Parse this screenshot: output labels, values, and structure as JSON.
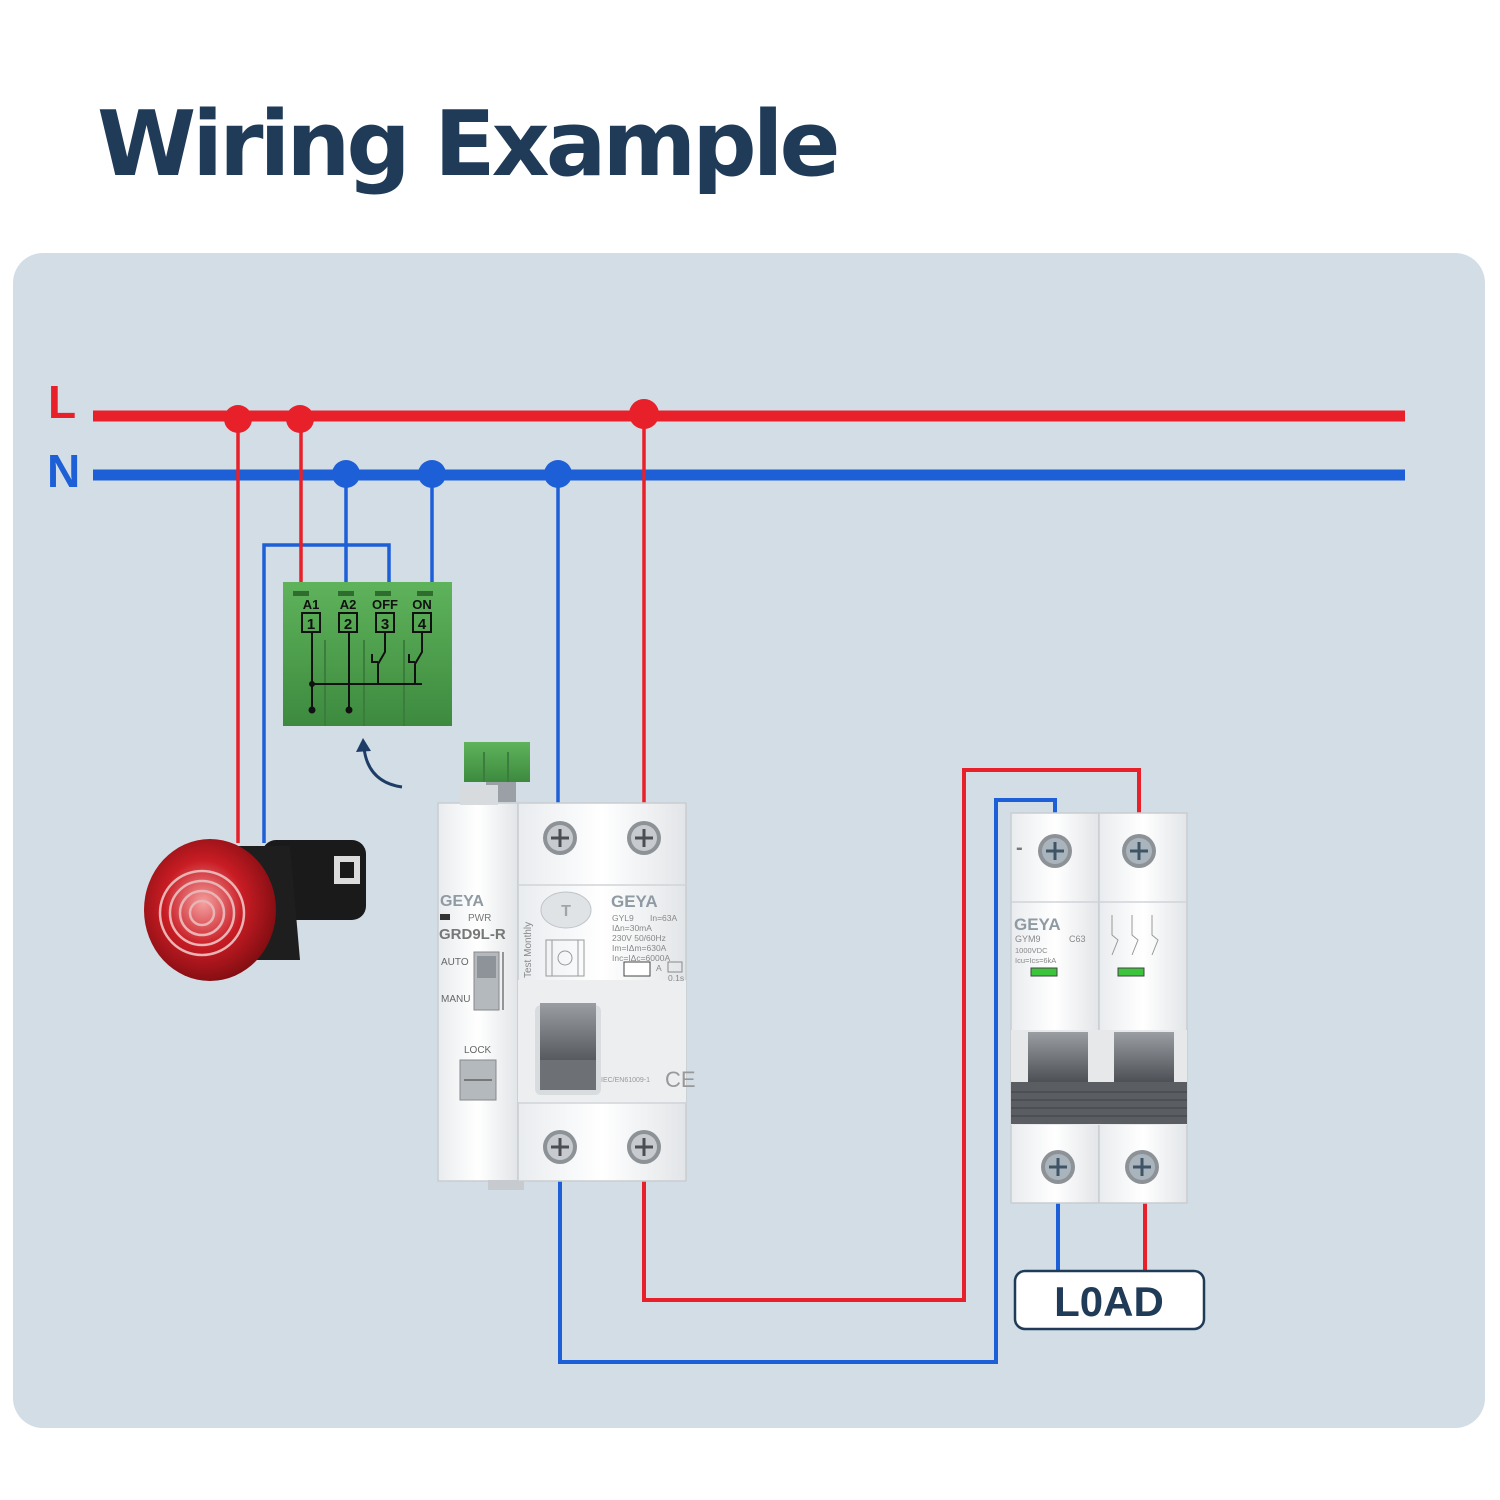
{
  "title": "Wiring Example",
  "lines": {
    "live": "L",
    "neutral": "N"
  },
  "colors": {
    "live": "#e8202a",
    "neutral": "#1d5fd6",
    "title": "#1f3b57",
    "panel": "#d2dde6",
    "relay_green": "#4fa34f"
  },
  "relay_terminals": [
    {
      "name": "A1",
      "num": "1"
    },
    {
      "name": "A2",
      "num": "2"
    },
    {
      "name": "OFF",
      "num": "3"
    },
    {
      "name": "ON",
      "num": "4"
    }
  ],
  "rcbo": {
    "brand": "GEYA",
    "pwr": "PWR",
    "model": "GRD9L-R",
    "auto": "AUTO",
    "manu": "MANU",
    "lock": "LOCK",
    "test_button": "T",
    "test_note": "Test Monthly",
    "main_brand": "GEYA",
    "spec_model": "GYL9",
    "spec_in": "In=63A",
    "spec_idn": "IΔn=30mA",
    "spec_voltage": "230V 50/60Hz",
    "spec_im": "Im=IΔm=630A",
    "spec_inc": "Inc=IΔc=6000A",
    "spec_type": "A",
    "spec_time": "0.1s",
    "standard": "IEC/EN61009-1",
    "ce": "CE"
  },
  "mcb": {
    "brand": "GEYA",
    "model": "GYM9",
    "rating": "C63",
    "voltage": "1000VDC",
    "icu": "Icu=Ics=6kA",
    "minus": "-"
  },
  "load_label": "L0AD"
}
